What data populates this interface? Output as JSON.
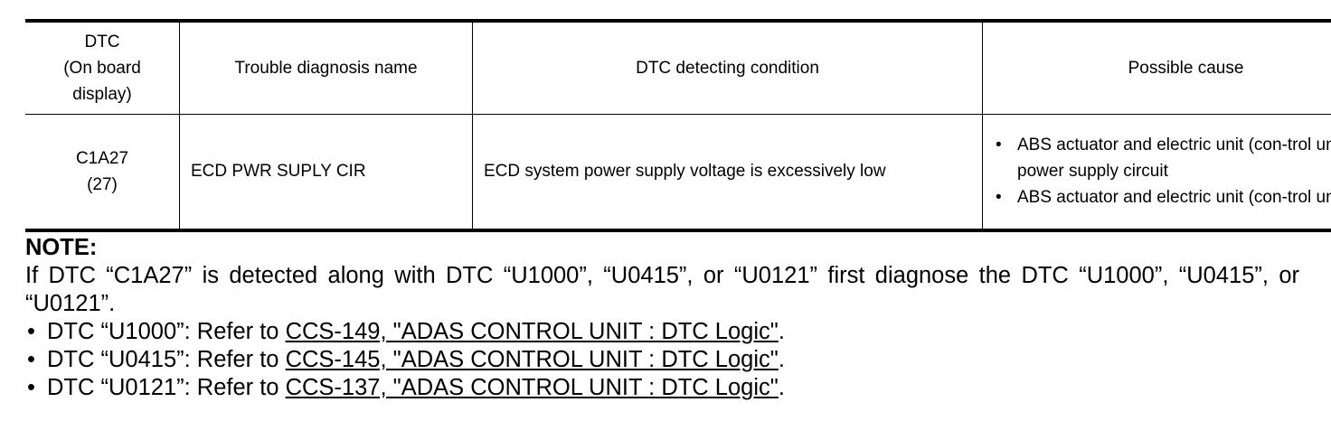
{
  "table": {
    "headers": [
      "DTC\n(On board\ndisplay)",
      "Trouble diagnosis name",
      "DTC detecting condition",
      "Possible cause"
    ],
    "row": {
      "dtc_code": "C1A27",
      "dtc_display": "(27)",
      "diagnosis_name": "ECD PWR SUPLY CIR",
      "detecting_condition": "ECD system power supply voltage is excessively low",
      "possible_causes": [
        "ABS actuator and electric unit (con-trol unit) power supply circuit",
        "ABS actuator and electric unit (con-trol unit)"
      ]
    }
  },
  "note": {
    "heading": "NOTE:",
    "text": "If DTC “C1A27” is detected along with DTC “U1000”, “U0415”, or “U0121” first diagnose the DTC “U1000”, “U0415”, or “U0121”.",
    "references": [
      {
        "prefix": "DTC “U1000”: Refer to ",
        "link": "CCS-149, \"ADAS CONTROL UNIT : DTC Logic\"",
        "suffix": "."
      },
      {
        "prefix": "DTC “U0415”: Refer to ",
        "link": "CCS-145, \"ADAS CONTROL UNIT : DTC Logic\"",
        "suffix": "."
      },
      {
        "prefix": "DTC “U0121”: Refer to ",
        "link": "CCS-137, \"ADAS CONTROL UNIT : DTC Logic\"",
        "suffix": "."
      }
    ]
  },
  "bullet_glyph": "•"
}
